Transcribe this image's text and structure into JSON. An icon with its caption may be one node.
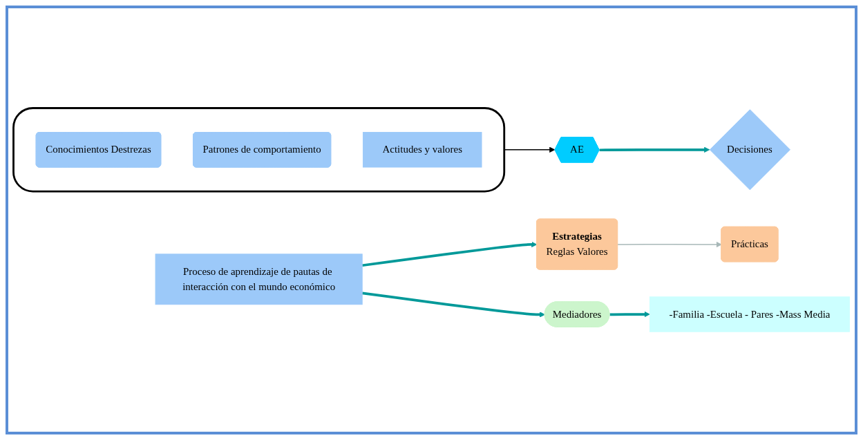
{
  "diagram": {
    "nodes": [
      {
        "text": [
          "Proceso de aprendizaje de pautas de interacción con el mundo económico"
        ]
      },
      {
        "text": [
          "Estrategias",
          "Reglas Valores"
        ]
      },
      {
        "text": [
          "Prácticas"
        ]
      },
      {
        "text": [],
        "shape": "bracket"
      },
      {
        "text": [
          "Conocimientos Destrezas"
        ],
        "in": 3
      },
      {
        "text": [
          "Patrones de comportamiento"
        ],
        "in": 3
      },
      {
        "text": [
          "Actitudes y valores"
        ],
        "in": 3
      },
      {
        "text": [
          "AE"
        ]
      },
      {
        "text": [
          "Decisiones"
        ]
      },
      {
        "text": [
          "Mediadores"
        ]
      },
      {
        "text": [
          "-Familia -Escuela - Pares -Mass Media"
        ]
      }
    ],
    "edges": [
      {
        "from": 0,
        "to": 1,
        "arrow": "to"
      },
      {
        "from": 1,
        "to": 2,
        "arrow": "to",
        "color": "#a8b8b8"
      },
      {
        "from": 3,
        "to": 7,
        "arrow": "to",
        "color": "#000000"
      },
      {
        "from": 7,
        "to": 8,
        "arrow": "to"
      },
      {
        "from": 0,
        "to": 9,
        "arrow": "to"
      },
      {
        "from": 9,
        "to": 10,
        "arrow": "to"
      }
    ]
  }
}
